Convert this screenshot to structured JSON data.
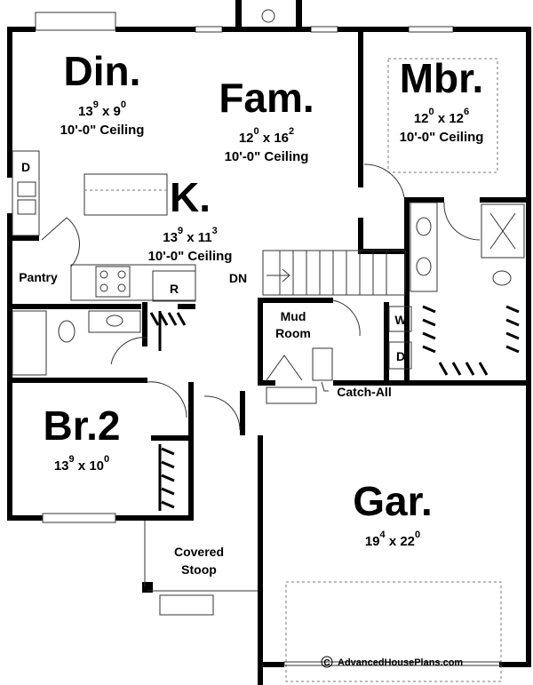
{
  "rooms": {
    "din": {
      "name": "Din.",
      "w": "13",
      "w_in": "9",
      "l": "9",
      "l_in": "0",
      "ceiling": "10'-0\" Ceiling"
    },
    "fam": {
      "name": "Fam.",
      "w": "12",
      "w_in": "0",
      "l": "16",
      "l_in": "2",
      "ceiling": "10'-0\" Ceiling"
    },
    "mbr": {
      "name": "Mbr.",
      "w": "12",
      "w_in": "0",
      "l": "12",
      "l_in": "6",
      "ceiling": "10'-0\" Ceiling"
    },
    "k": {
      "name": "K.",
      "w": "13",
      "w_in": "9",
      "l": "11",
      "l_in": "3",
      "ceiling": "10'-0\" Ceiling"
    },
    "br2": {
      "name": "Br.2",
      "w": "13",
      "w_in": "9",
      "l": "10",
      "l_in": "0"
    },
    "gar": {
      "name": "Gar.",
      "w": "19",
      "w_in": "4",
      "l": "22",
      "l_in": "0"
    }
  },
  "labels": {
    "pantry": "Pantry",
    "mud_room_1": "Mud",
    "mud_room_2": "Room",
    "catch_all": "Catch-All",
    "covered_stoop_1": "Covered",
    "covered_stoop_2": "Stoop",
    "dn": "DN",
    "dishwasher": "D",
    "refrigerator": "R",
    "washer": "W",
    "dryer": "D"
  },
  "copyright": "AdvancedHousePlans.com",
  "copyright_symbol": "C"
}
